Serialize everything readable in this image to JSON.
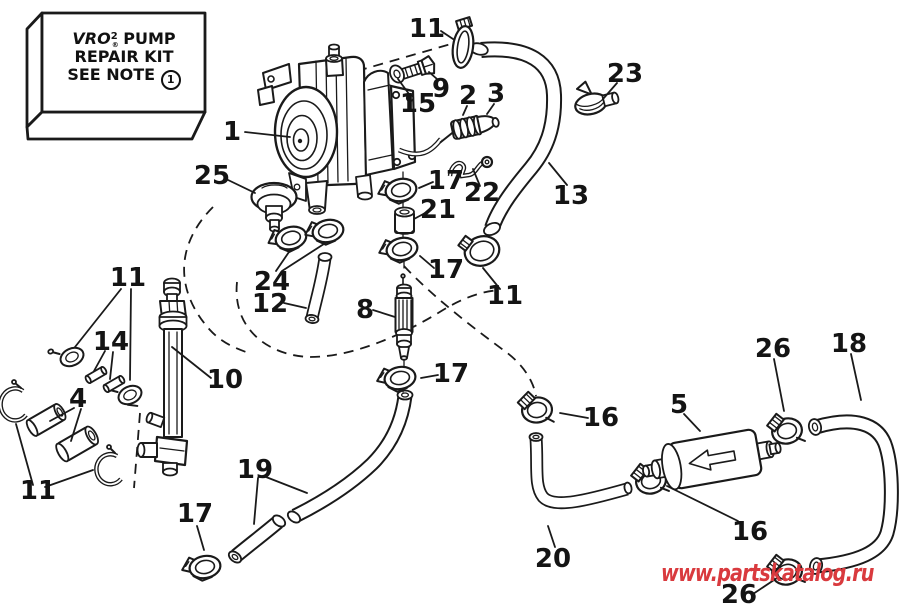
{
  "note_box": {
    "brand": "VRO",
    "sup": "2",
    "reg": "®",
    "line1_rest": " PUMP",
    "line2": "REPAIR KIT",
    "line3": "SEE NOTE",
    "note_num": "1"
  },
  "watermark": {
    "text": "www.partskatalog.ru",
    "color": "#d93a3e"
  },
  "colors": {
    "line": "#1a1a1a",
    "background": "#ffffff"
  },
  "callouts": [
    {
      "label": "1"
    },
    {
      "label": "11"
    },
    {
      "label": "9"
    },
    {
      "label": "15"
    },
    {
      "label": "2"
    },
    {
      "label": "3"
    },
    {
      "label": "23"
    },
    {
      "label": "13"
    },
    {
      "label": "25"
    },
    {
      "label": "17"
    },
    {
      "label": "22"
    },
    {
      "label": "21"
    },
    {
      "label": "17"
    },
    {
      "label": "11"
    },
    {
      "label": "24"
    },
    {
      "label": "12"
    },
    {
      "label": "8"
    },
    {
      "label": "17"
    },
    {
      "label": "11"
    },
    {
      "label": "14"
    },
    {
      "label": "4"
    },
    {
      "label": "10"
    },
    {
      "label": "11"
    },
    {
      "label": "19"
    },
    {
      "label": "17"
    },
    {
      "label": "16"
    },
    {
      "label": "20"
    },
    {
      "label": "5"
    },
    {
      "label": "26"
    },
    {
      "label": "18"
    },
    {
      "label": "16"
    },
    {
      "label": "26"
    }
  ]
}
